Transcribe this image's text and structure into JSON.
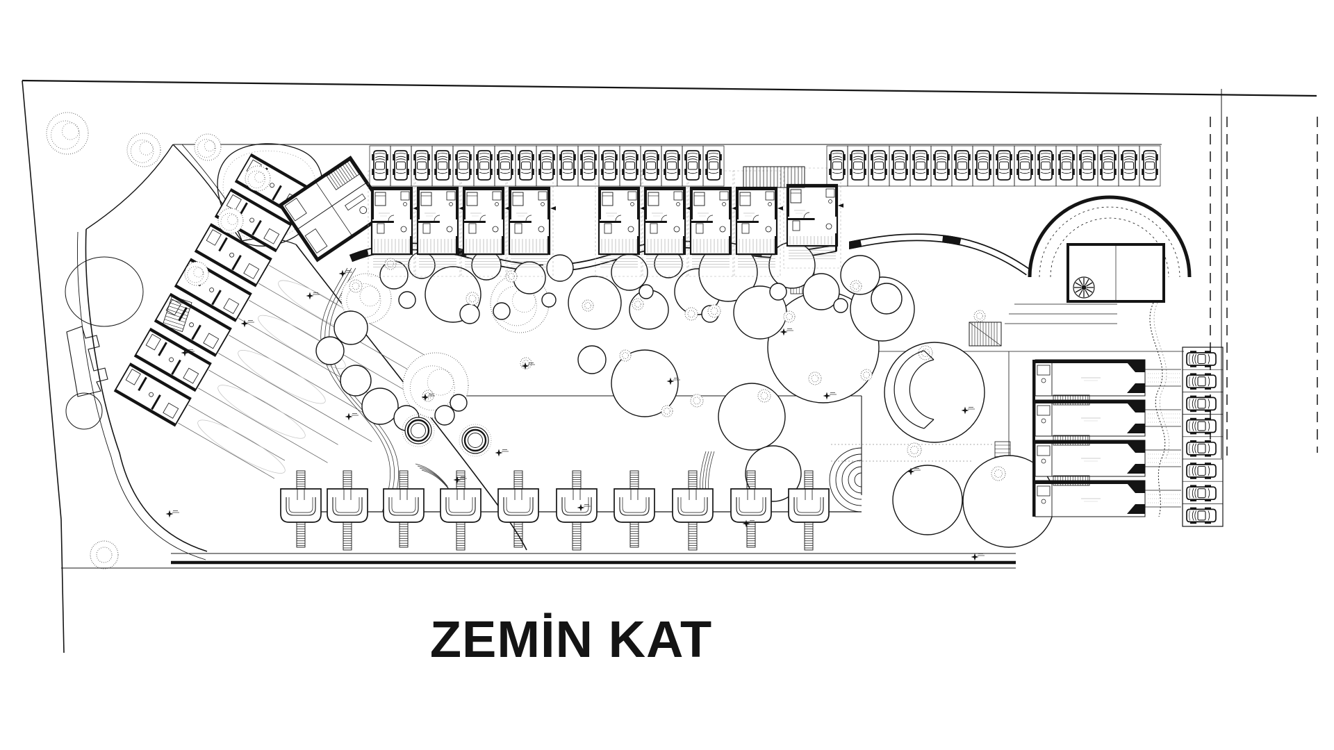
{
  "drawing": {
    "title": "ZEMİN KAT"
  },
  "plan": {
    "parking": {
      "top_row_left_count": 17,
      "top_row_right_count": 16,
      "side_column_count": 8
    },
    "structures": {
      "pool_cabanas": 10,
      "middle_unit_clusters": 9,
      "left_band_units": 7,
      "right_unit_bars": 4
    },
    "colors": {
      "ink": "#141414",
      "faint": "#8f8f8f",
      "paper": "#ffffff"
    },
    "icons": [
      "car-icon",
      "tree-icon",
      "shrub-icon",
      "cabana-icon",
      "ladder-icon",
      "stair-icon",
      "elevation-marker-icon",
      "ceiling-fan-icon",
      "canopy-arc-icon"
    ]
  }
}
